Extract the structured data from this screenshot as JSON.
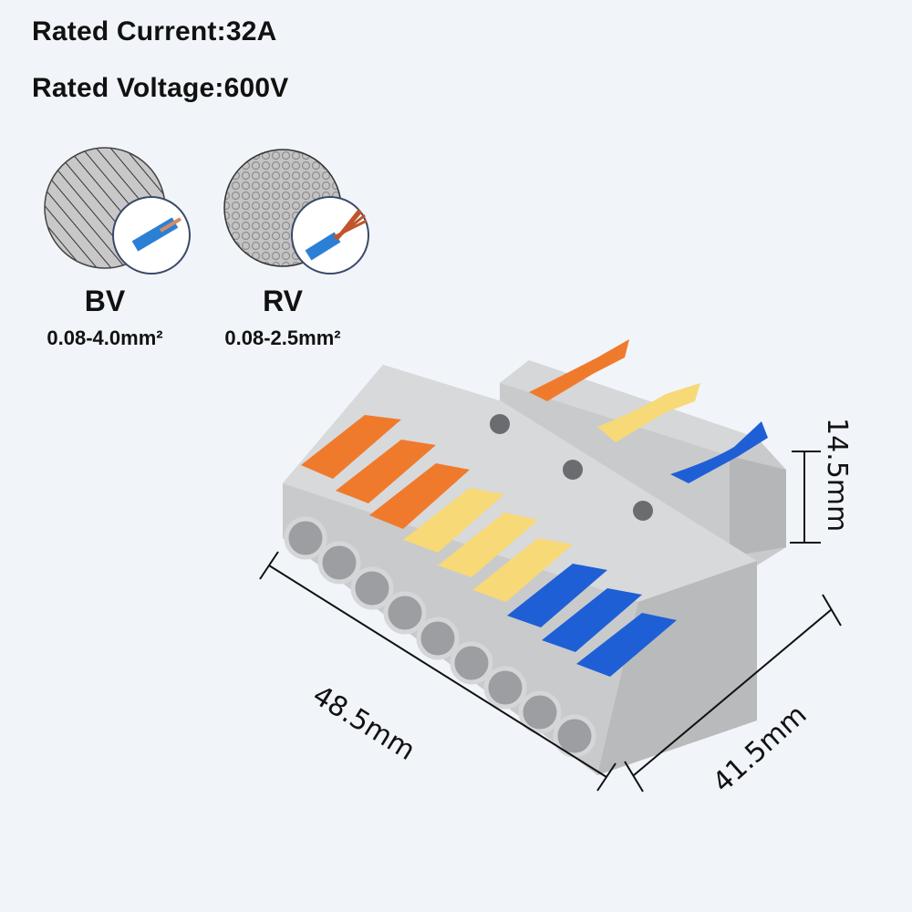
{
  "specs": {
    "rated_current": "Rated Current:32A",
    "rated_voltage": "Rated Voltage:600V"
  },
  "wire_types": [
    {
      "name": "BV",
      "range": "0.08-4.0mm²",
      "type": "solid-core"
    },
    {
      "name": "RV",
      "range": "0.08-2.5mm²",
      "type": "stranded"
    }
  ],
  "dimensions": {
    "length": "48.5mm",
    "width": "41.5mm",
    "height": "14.5mm"
  },
  "product": {
    "name": "wire connector",
    "input_levers": [
      "orange",
      "yellow",
      "blue"
    ],
    "output_levers": [
      "orange",
      "orange",
      "orange",
      "yellow",
      "yellow",
      "yellow",
      "blue",
      "blue",
      "blue"
    ],
    "colors": {
      "orange": "#f07a2c",
      "yellow": "#f7d977",
      "blue": "#1f5fd6",
      "housing": "#c9cacc",
      "background": "#f1f5f9"
    }
  }
}
